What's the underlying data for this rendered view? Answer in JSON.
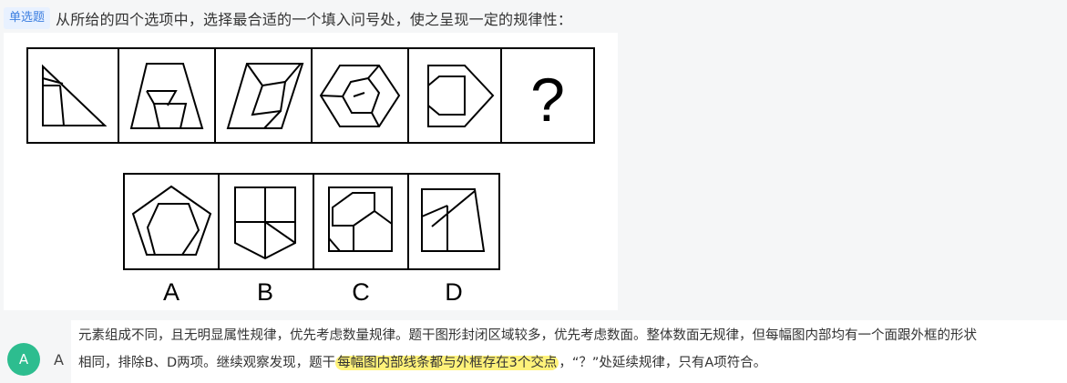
{
  "question": {
    "type_badge": "单选题",
    "text": "从所给的四个选项中，选择最合适的一个填入问号处，使之呈现一定的规律性："
  },
  "figure": {
    "question_mark": "?",
    "option_labels": [
      "A",
      "B",
      "C",
      "D"
    ]
  },
  "answer": {
    "avatar": "A",
    "selected": "A",
    "line1": "元素组成不同，且无明显属性规律，优先考虑数量规律。题干图形封闭区域较多，优先考虑数面。整体数面无规律，但每幅图内部均有一个面跟外框的形状",
    "line2_pre": "相同，排除B、D两项。继续观察发现，题干",
    "line2_hl": "每幅图内部线条都与外框存在3个交点",
    "line2_post": "，“？”处延续规律，只有A项符合。"
  }
}
